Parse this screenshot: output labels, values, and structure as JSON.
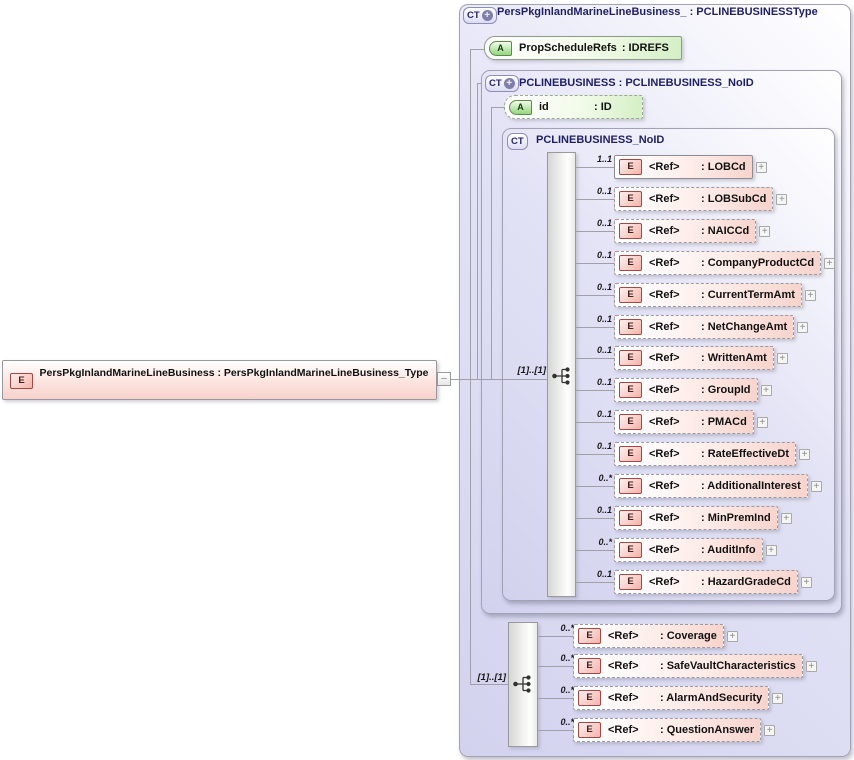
{
  "icons": {
    "element": "E",
    "attribute": "A",
    "complex_type": "CT",
    "plus": "+",
    "minus": "−",
    "expand": "+"
  },
  "root_element": {
    "label": "PersPkgInlandMarineLineBusiness : PersPkgInlandMarineLineBusiness_Type"
  },
  "outer_type": {
    "title": "PersPkgInlandMarineLineBusiness_ : PCLINEBUSINESSType",
    "attribute": {
      "name": "PropScheduleRefs",
      "type": ": IDREFS"
    },
    "inner_type": {
      "title": "PCLINEBUSINESS : PCLINEBUSINESS_NoID",
      "attribute": {
        "name": "id",
        "type": ": ID"
      },
      "noid_type": {
        "title": "PCLINEBUSINESS_NoID",
        "sequence_occurs": "[1]..[1]",
        "elements": [
          {
            "occurs": "1..1",
            "ref": "<Ref>",
            "name": ": LOBCd"
          },
          {
            "occurs": "0..1",
            "ref": "<Ref>",
            "name": ": LOBSubCd"
          },
          {
            "occurs": "0..1",
            "ref": "<Ref>",
            "name": ": NAICCd"
          },
          {
            "occurs": "0..1",
            "ref": "<Ref>",
            "name": ": CompanyProductCd"
          },
          {
            "occurs": "0..1",
            "ref": "<Ref>",
            "name": ": CurrentTermAmt"
          },
          {
            "occurs": "0..1",
            "ref": "<Ref>",
            "name": ": NetChangeAmt"
          },
          {
            "occurs": "0..1",
            "ref": "<Ref>",
            "name": ": WrittenAmt"
          },
          {
            "occurs": "0..1",
            "ref": "<Ref>",
            "name": ": GroupId"
          },
          {
            "occurs": "0..1",
            "ref": "<Ref>",
            "name": ": PMACd"
          },
          {
            "occurs": "0..1",
            "ref": "<Ref>",
            "name": ": RateEffectiveDt"
          },
          {
            "occurs": "0..*",
            "ref": "<Ref>",
            "name": ": AdditionalInterest"
          },
          {
            "occurs": "0..1",
            "ref": "<Ref>",
            "name": ": MinPremInd"
          },
          {
            "occurs": "0..*",
            "ref": "<Ref>",
            "name": ": AuditInfo"
          },
          {
            "occurs": "0..1",
            "ref": "<Ref>",
            "name": ": HazardGradeCd"
          }
        ]
      }
    },
    "bottom_sequence": {
      "sequence_occurs": "[1]..[1]",
      "elements": [
        {
          "occurs": "0..*",
          "ref": "<Ref>",
          "name": ": Coverage"
        },
        {
          "occurs": "0..*",
          "ref": "<Ref>",
          "name": ": SafeVaultCharacteristics"
        },
        {
          "occurs": "0..*",
          "ref": "<Ref>",
          "name": ": AlarmAndSecurity"
        },
        {
          "occurs": "0..*",
          "ref": "<Ref>",
          "name": ": QuestionAnswer"
        }
      ]
    }
  },
  "colors": {
    "container_fill": "#dcdcf3",
    "element_fill": "#f8d7d0",
    "attribute_fill": "#d4efc4",
    "header_text": "#1f1f66",
    "element_border": "#a84742",
    "line": "#a0a0a8"
  }
}
